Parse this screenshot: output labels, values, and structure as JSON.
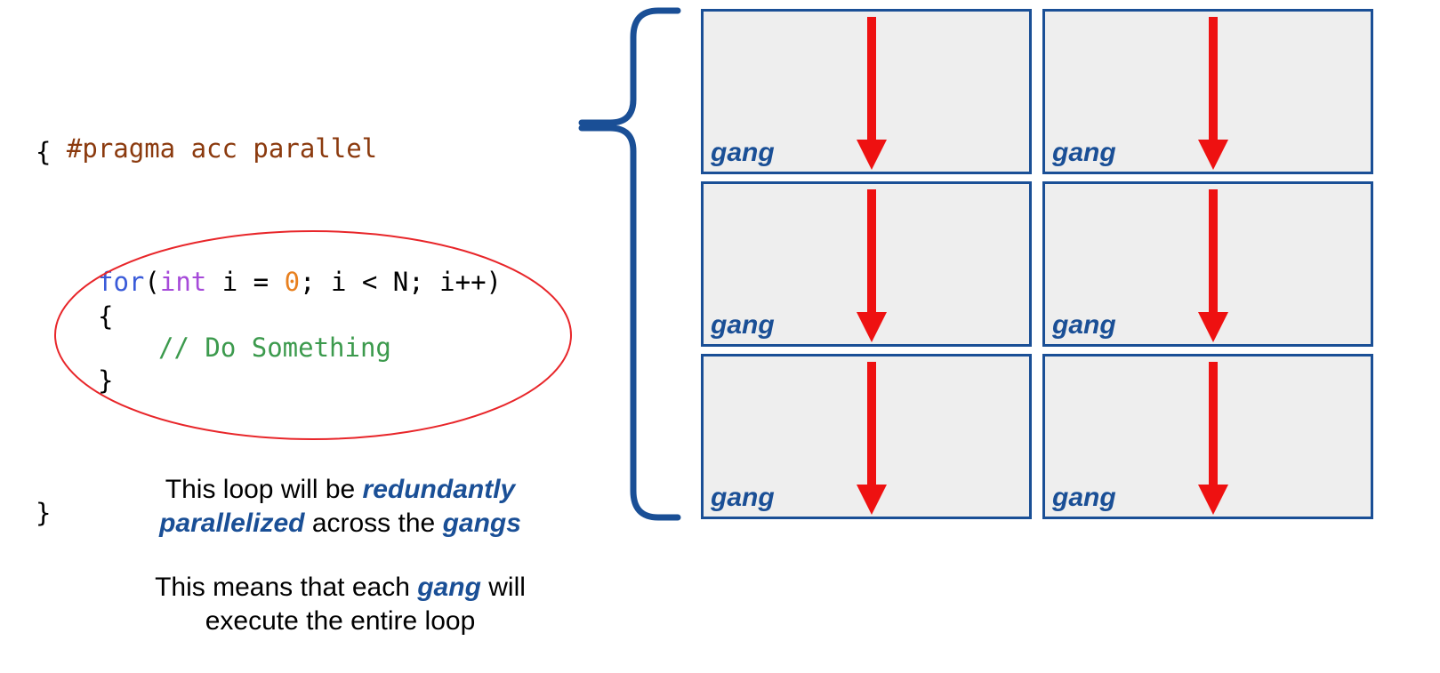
{
  "code": {
    "pragma": "#pragma acc parallel",
    "open_brace": "{",
    "close_brace": "}",
    "for_keyword": "for",
    "for_paren_open": "(",
    "int_keyword": "int",
    "loop_mid_1": " i = ",
    "loop_zero": "0",
    "loop_mid_2": "; i < N; i++)",
    "inner_open": "{",
    "comment": "// Do Something",
    "inner_close": "}"
  },
  "caption1": {
    "part1": "This loop will be ",
    "em1": "redundantly",
    "em2": "parallelized",
    "part2": " across the ",
    "em3": "gangs"
  },
  "caption2": {
    "part1": "This means that each ",
    "em1": "gang",
    "part2": " will",
    "line2": "execute the entire loop"
  },
  "gangs": [
    {
      "label": "gang"
    },
    {
      "label": "gang"
    },
    {
      "label": "gang"
    },
    {
      "label": "gang"
    },
    {
      "label": "gang"
    },
    {
      "label": "gang"
    }
  ],
  "colors": {
    "gang_border": "#1a4f96",
    "gang_fill": "#eeeeee",
    "arrow": "#ee1111",
    "ellipse": "#e8262a",
    "brace": "#1a4f96"
  }
}
